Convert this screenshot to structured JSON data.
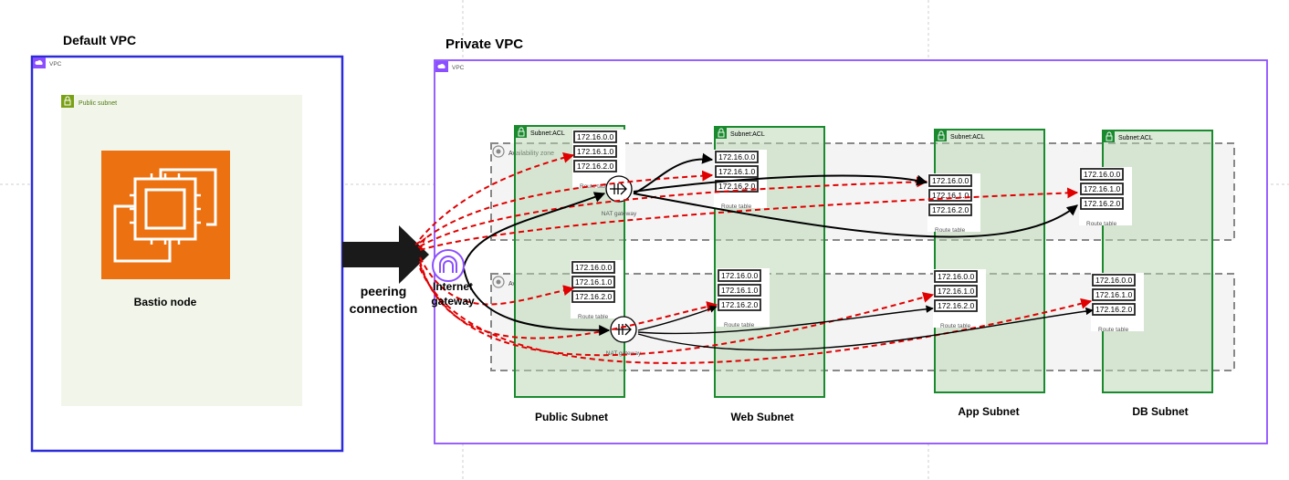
{
  "default_vpc": {
    "title": "Default VPC",
    "tag": "VPC",
    "public_subnet_label": "Public subnet",
    "instance_label": "Bastio node",
    "colors": {
      "border": "#2b2bd9",
      "subnet_bg": "#f2f6ea",
      "instance": "#ec7211"
    }
  },
  "peering": {
    "line1": "peering",
    "line2": "connection"
  },
  "private_vpc": {
    "title": "Private VPC",
    "tag": "VPC",
    "colors": {
      "border": "#8c4fff",
      "acl": "#1a8a2e",
      "route": "#e00000"
    }
  },
  "internet_gateway": {
    "line1": "Internet",
    "line2": "gateway"
  },
  "availability_zone_label": "Availability zone",
  "availability_zone_label_partial": "Av",
  "acl_label": "Subnet:ACL",
  "route_table_label": "Route table",
  "nat_gateway_label": "NAT gateway",
  "cidrs": [
    "172.16.0.0",
    "172.16.1.0",
    "172.16.2.0"
  ],
  "subnets": [
    {
      "label": "Public Subnet"
    },
    {
      "label": "Web Subnet"
    },
    {
      "label": "App Subnet"
    },
    {
      "label": "DB Subnet"
    }
  ]
}
